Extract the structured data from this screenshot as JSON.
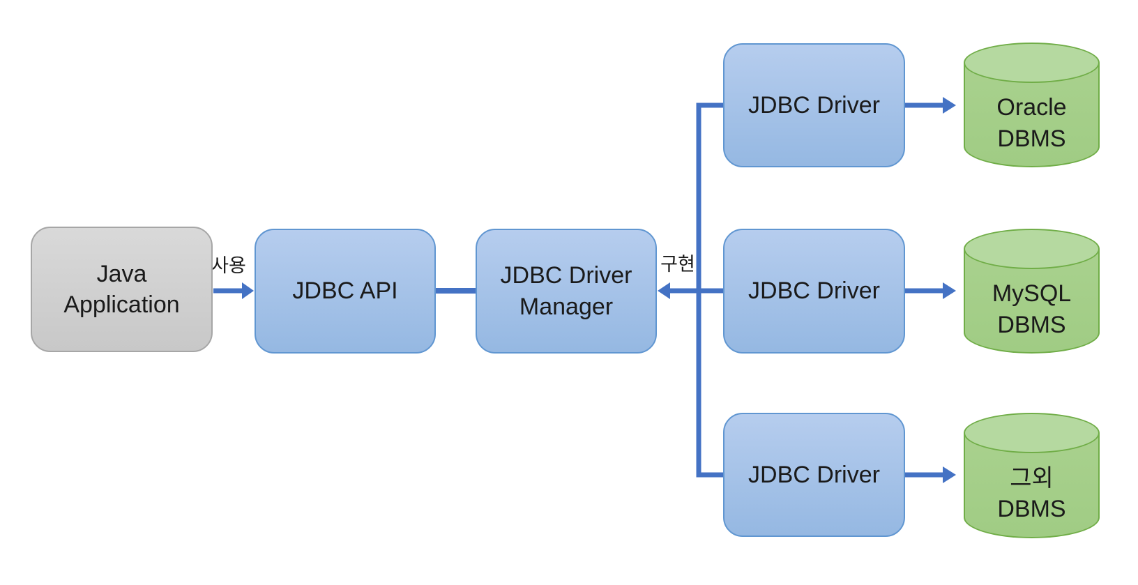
{
  "nodes": {
    "java_application": "Java\nApplication",
    "jdbc_api": "JDBC API",
    "jdbc_driver_manager": "JDBC Driver\nManager",
    "jdbc_driver_1": "JDBC Driver",
    "jdbc_driver_2": "JDBC Driver",
    "jdbc_driver_3": "JDBC Driver",
    "oracle_dbms": "Oracle\nDBMS",
    "mysql_dbms": "MySQL\nDBMS",
    "other_dbms": "그외\nDBMS"
  },
  "edge_labels": {
    "use": "사용",
    "implement": "구현"
  },
  "colors": {
    "background": "#FFFFFF",
    "text": "#1A1A1A",
    "connector_blue": "#4472C4",
    "box_blue_fill_top": "#B6CDEE",
    "box_blue_fill_bottom": "#95B8E2",
    "box_blue_border": "#6096D1",
    "box_gray_fill_top": "#D9D9D9",
    "box_gray_fill_bottom": "#C8C8C8",
    "box_gray_border": "#A6A6A6",
    "cylinder_green_fill": "#A9D18E",
    "cylinder_green_top": "#B5D9A0",
    "cylinder_green_border": "#70AD47"
  }
}
